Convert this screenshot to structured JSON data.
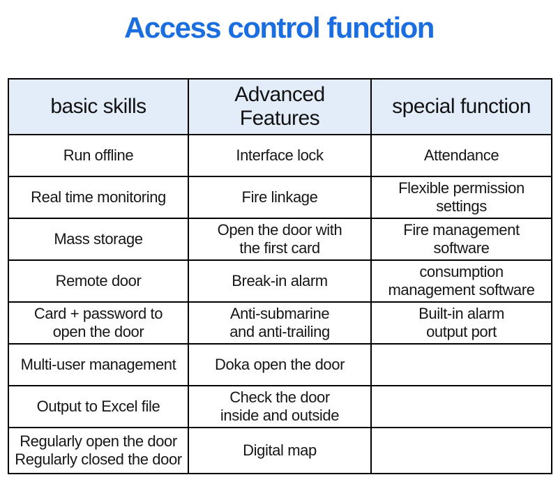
{
  "title": "Access control function",
  "colors": {
    "title_blue": "#1a6ee0",
    "header_background": "#e3edfa",
    "border": "#000000",
    "text": "#161616"
  },
  "table": {
    "headers": [
      "basic skills",
      "Advanced\nFeatures",
      "special function"
    ],
    "rows": [
      [
        "Run offline",
        "Interface lock",
        "Attendance"
      ],
      [
        "Real time monitoring",
        "Fire linkage",
        "Flexible permission\nsettings"
      ],
      [
        "Mass storage",
        "Open the door with\nthe first card",
        "Fire management\nsoftware"
      ],
      [
        "Remote door",
        "Break-in alarm",
        "consumption\nmanagement software"
      ],
      [
        "Card + password to\nopen the door",
        "Anti-submarine\nand anti-trailing",
        "Built-in alarm\noutput port"
      ],
      [
        "Multi-user management",
        "Doka open the door",
        ""
      ],
      [
        "Output to Excel file",
        "Check the door\ninside and outside",
        ""
      ],
      [
        "Regularly open the door\nRegularly closed the door",
        "Digital map",
        ""
      ]
    ]
  }
}
